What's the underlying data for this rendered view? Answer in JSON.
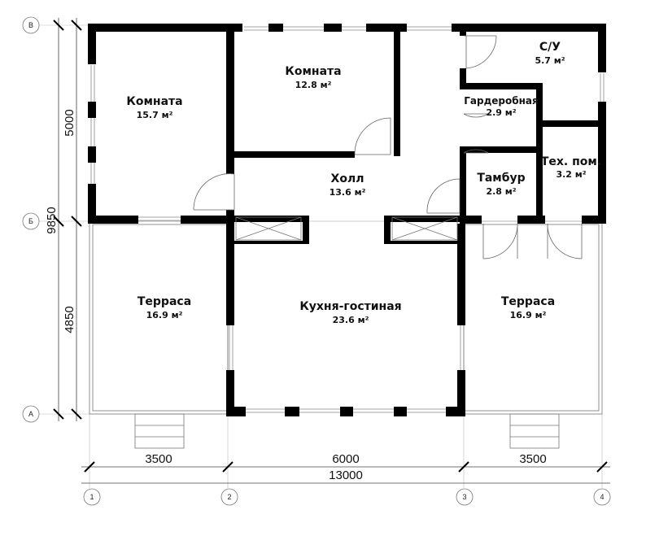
{
  "rooms": [
    {
      "id": "room-left",
      "name": "Комната",
      "area": "15.7 м²"
    },
    {
      "id": "room-top",
      "name": "Комната",
      "area": "12.8 м²"
    },
    {
      "id": "hall",
      "name": "Холл",
      "area": "13.6 м²"
    },
    {
      "id": "bathroom",
      "name": "С/У",
      "area": "5.7 м²"
    },
    {
      "id": "wardrobe",
      "name": "Гардеробная",
      "area": "2.9 м²"
    },
    {
      "id": "vestibule",
      "name": "Тамбур",
      "area": "2.8 м²"
    },
    {
      "id": "utility",
      "name": "Тех. пом.",
      "area": "3.2 м²"
    },
    {
      "id": "terrace-left",
      "name": "Терраса",
      "area": "16.9 м²"
    },
    {
      "id": "kitchen",
      "name": "Кухня-гостиная",
      "area": "23.6 м²"
    },
    {
      "id": "terrace-right",
      "name": "Терраса",
      "area": "16.9 м²"
    }
  ],
  "dimensions": {
    "horizontal": [
      "3500",
      "6000",
      "3500"
    ],
    "horizontal_total": "13000",
    "vertical": [
      "5000",
      "4850"
    ],
    "vertical_total": "9850"
  },
  "axes": {
    "columns": [
      "1",
      "2",
      "3",
      "4"
    ],
    "rows": [
      "В",
      "Б",
      "А"
    ]
  }
}
